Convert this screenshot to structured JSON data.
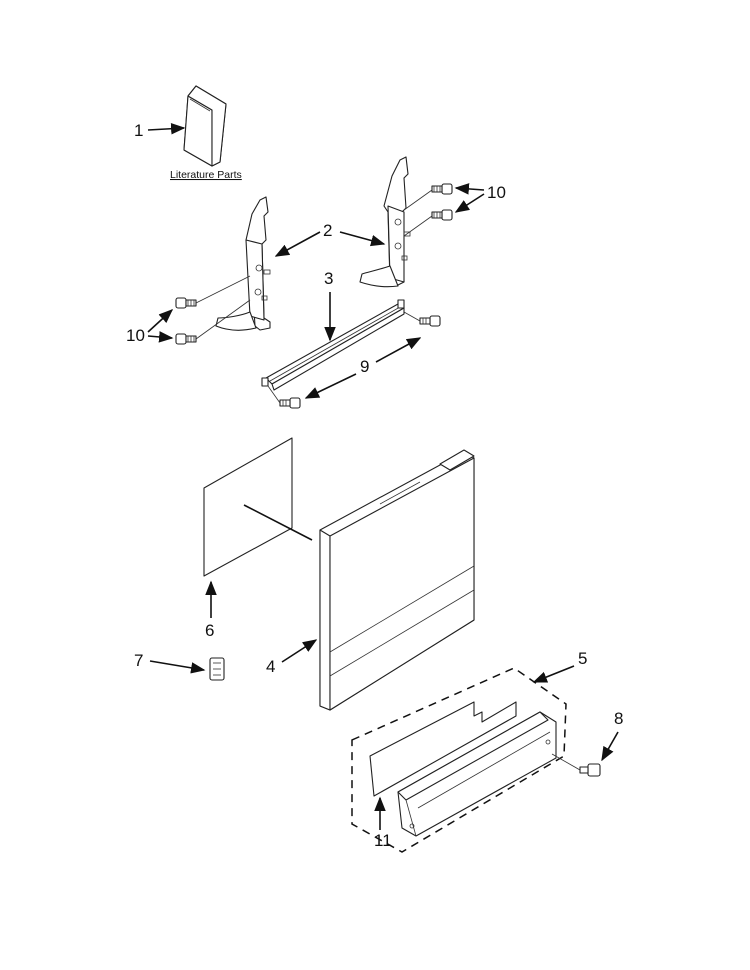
{
  "diagram": {
    "literature_caption": "Literature Parts",
    "callouts": [
      {
        "id": "c1",
        "label": "1"
      },
      {
        "id": "c2",
        "label": "2"
      },
      {
        "id": "c3",
        "label": "3"
      },
      {
        "id": "c4",
        "label": "4"
      },
      {
        "id": "c5",
        "label": "5"
      },
      {
        "id": "c6",
        "label": "6"
      },
      {
        "id": "c7",
        "label": "7"
      },
      {
        "id": "c8",
        "label": "8"
      },
      {
        "id": "c9",
        "label": "9"
      },
      {
        "id": "c10a",
        "label": "10"
      },
      {
        "id": "c10b",
        "label": "10"
      },
      {
        "id": "c11",
        "label": "11"
      }
    ]
  }
}
